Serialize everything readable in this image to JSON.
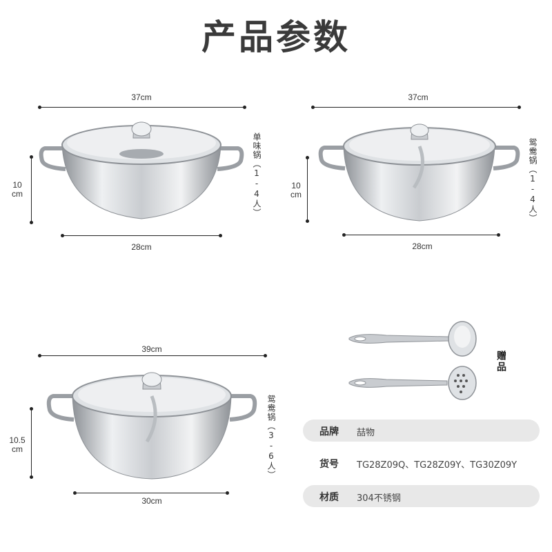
{
  "title": "产品参数",
  "pots": [
    {
      "width": "37cm",
      "height_line1": "10",
      "height_line2": "cm",
      "base": "28cm",
      "name": "单味锅（1-4人）"
    },
    {
      "width": "37cm",
      "height_line1": "10",
      "height_line2": "cm",
      "base": "28cm",
      "name": "鸳鸯锅（1-4人）"
    },
    {
      "width": "39cm",
      "height_line1": "10.5",
      "height_line2": "cm",
      "base": "30cm",
      "name": "鸳鸯锅（3-6人）"
    }
  ],
  "gift_label": "赠品",
  "specs": [
    {
      "key": "品牌",
      "value": "喆物"
    },
    {
      "key": "货号",
      "value": "TG28Z09Q、TG28Z09Y、TG30Z09Y"
    },
    {
      "key": "材质",
      "value": "304不锈钢"
    }
  ],
  "colors": {
    "steel": "#c9ccd0",
    "steel_dark": "#8e9297",
    "spec_bg": "#e8e8e8"
  }
}
